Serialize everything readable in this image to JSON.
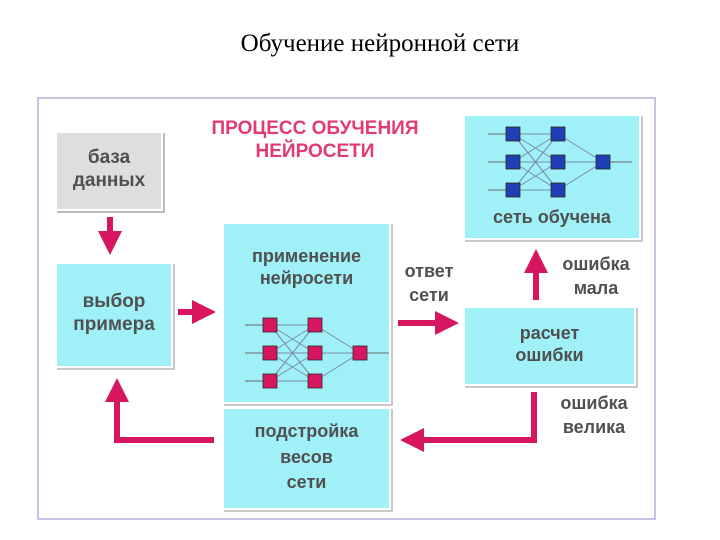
{
  "slide": {
    "title": "Обучение нейронной сети"
  },
  "diagram": {
    "heading": [
      "ПРОЦЕСС ОБУЧЕНИЯ",
      "НЕЙРОСЕТИ"
    ],
    "boxes": {
      "database": [
        "база",
        "данных"
      ],
      "select": [
        "выбор",
        "примера"
      ],
      "apply": [
        "применение",
        "нейросети"
      ],
      "trained": "сеть обучена",
      "calc": [
        "расчет",
        "ошибки"
      ],
      "adjust": [
        "подстройка",
        "весов",
        "сети"
      ]
    },
    "edge_labels": {
      "answer": [
        "ответ",
        "сети"
      ],
      "error_small": [
        "ошибка",
        "мала"
      ],
      "error_large": [
        "ошибка",
        "велика"
      ]
    },
    "colors": {
      "box_fill": "#9ff0f7",
      "db_fill": "#dedede",
      "arrow": "#d6175f",
      "heading": "#e23a77",
      "node_blue": "#1f3fb4",
      "node_red": "#d6175f"
    }
  }
}
